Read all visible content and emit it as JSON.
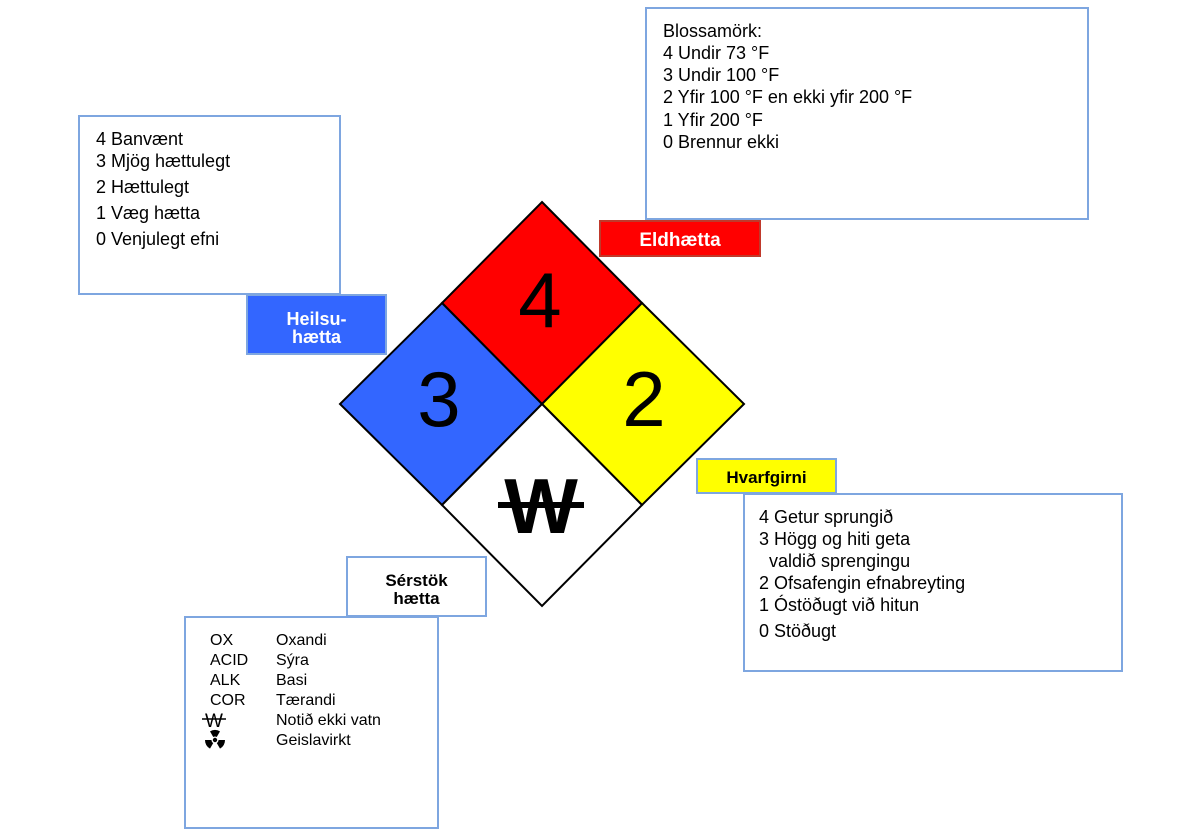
{
  "health": {
    "lines": [
      "4 Banvænt",
      "3 Mjög hættulegt",
      "2 Hættulegt",
      "1 Væg hætta",
      "0 Venjulegt efni"
    ],
    "label_lines": [
      "Heilsu-",
      "hætta"
    ],
    "value": "3",
    "color": "#3366ff"
  },
  "fire": {
    "lines": [
      "Blossamörk:",
      "4 Undir 73 °F",
      "3 Undir 100 °F",
      "2 Yfir 100 °F en ekki yfir 200 °F",
      "1 Yfir 200 °F",
      "0 Brennur ekki"
    ],
    "label": "Eldhætta",
    "value": "4",
    "color": "#ff0000"
  },
  "reactivity": {
    "lines": [
      "4 Getur sprungið",
      "3 Högg og hiti geta",
      "  valdið sprengingu",
      "2 Ofsafengin efnabreyting",
      "1 Óstöðugt við hitun",
      "0 Stöðugt"
    ],
    "label": "Hvarfgirni",
    "value": "2",
    "color": "#ffff00"
  },
  "special": {
    "label_lines": [
      "Sérstök",
      "hætta"
    ],
    "value": "W",
    "codes": [
      {
        "code": "OX",
        "meaning": "Oxandi"
      },
      {
        "code": "ACID",
        "meaning": "Sýra"
      },
      {
        "code": "ALK",
        "meaning": "Basi"
      },
      {
        "code": "COR",
        "meaning": "Tærandi"
      },
      {
        "code": "W",
        "meaning": "Notið ekki vatn",
        "icon": "no-water-w-icon"
      },
      {
        "code": "",
        "meaning": "Geislavirkt",
        "icon": "radiation-icon"
      }
    ]
  },
  "colors": {
    "box_border": "#7ea6e0",
    "tag_border": "#c0392b"
  }
}
